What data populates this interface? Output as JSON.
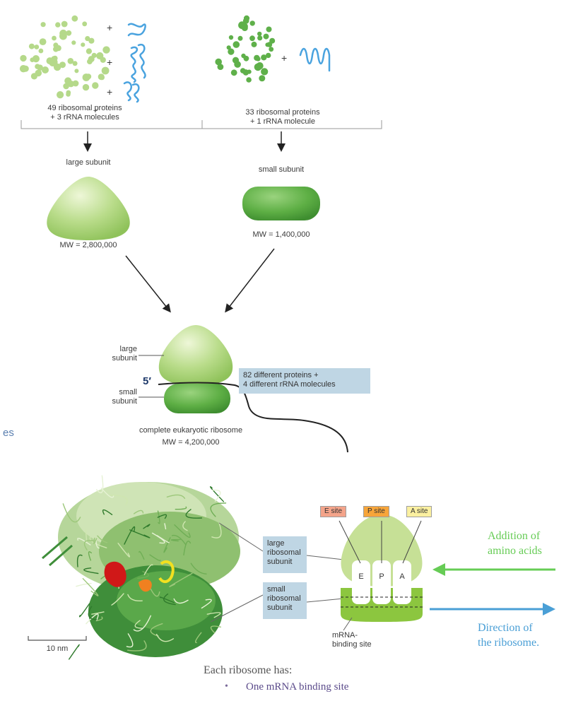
{
  "top": {
    "large_group_caption_line1": "49 ribosomal proteins",
    "large_group_caption_line2": "+ 3 rRNA molecules",
    "small_group_caption_line1": "33 ribosomal proteins",
    "small_group_caption_line2": "+ 1 rRNA molecule",
    "plus": "+",
    "large_subunit_title": "large subunit",
    "small_subunit_title": "small subunit",
    "large_mw": "MW = 2,800,000",
    "small_mw": "MW = 1,400,000",
    "complete_large_label_line1": "large",
    "complete_large_label_line2": "subunit",
    "complete_small_label_line1": "small",
    "complete_small_label_line2": "subunit",
    "five_prime": "5′",
    "info_box_line1": "82 different proteins +",
    "info_box_line2": "4 different rRNA molecules",
    "complete_caption": "complete eukaryotic ribosome",
    "complete_mw": "MW = 4,200,000",
    "cut_text": "es"
  },
  "bottom": {
    "large_box_line1": "large",
    "large_box_line2": "ribosomal",
    "large_box_line3": "subunit",
    "small_box_line1": "small",
    "small_box_line2": "ribosomal",
    "small_box_line3": "subunit",
    "scale_label": "10 nm",
    "e_site": "E site",
    "p_site": "P site",
    "a_site": "A site",
    "slot_e": "E",
    "slot_p": "P",
    "slot_a": "A",
    "mrna_label_line1": "mRNA-",
    "mrna_label_line2": "binding site",
    "addition_line1": "Addition of",
    "addition_line2": "amino acids",
    "direction_line1": "Direction of",
    "direction_line2": "the ribosome.",
    "each_has": "Each ribosome has:",
    "bullet_item": "One mRNA binding site",
    "bullet_glyph": "•"
  },
  "colors": {
    "light_green": "#b5d98a",
    "mid_green": "#5fb04a",
    "blue_strand": "#4aa3df",
    "label_box": "#bfd6e4",
    "e_site": "#f4a48a",
    "p_site": "#f7a53a",
    "a_site": "#fbf0a0",
    "addition_green": "#66cc55",
    "direction_blue": "#4a9fd6"
  }
}
